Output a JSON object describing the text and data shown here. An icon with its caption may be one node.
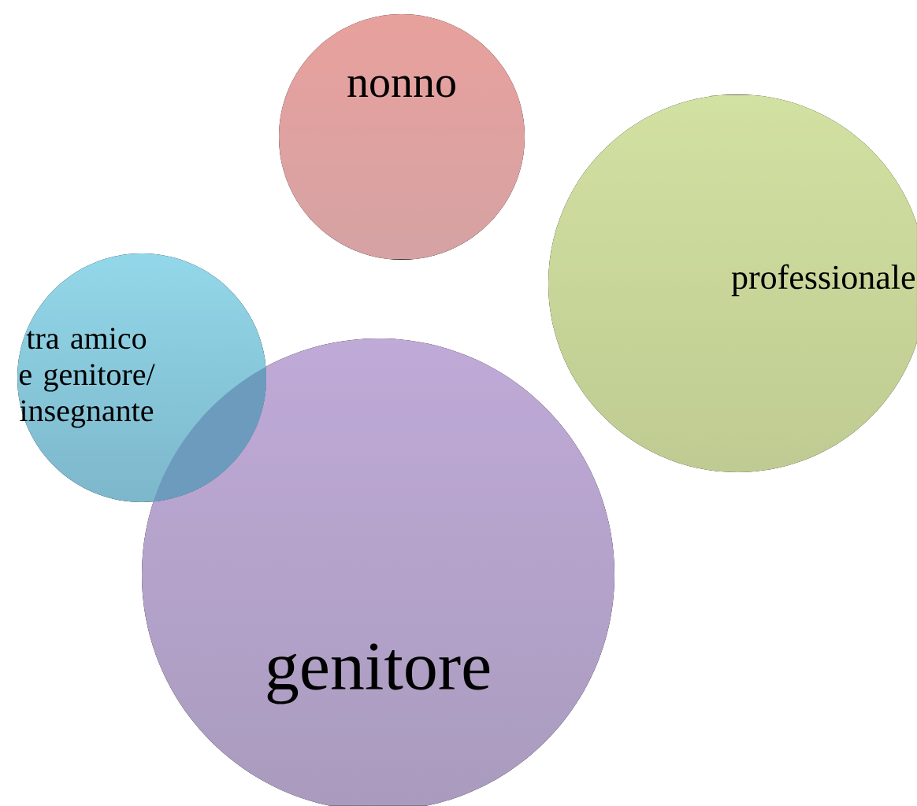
{
  "diagram": {
    "nodes": [
      {
        "text": [
          "nonno"
        ]
      },
      {
        "text": [
          "professionale"
        ]
      },
      {
        "text": [
          "tra amico e genitore/ insegnante"
        ]
      },
      {
        "text": [
          "genitore"
        ]
      }
    ]
  }
}
